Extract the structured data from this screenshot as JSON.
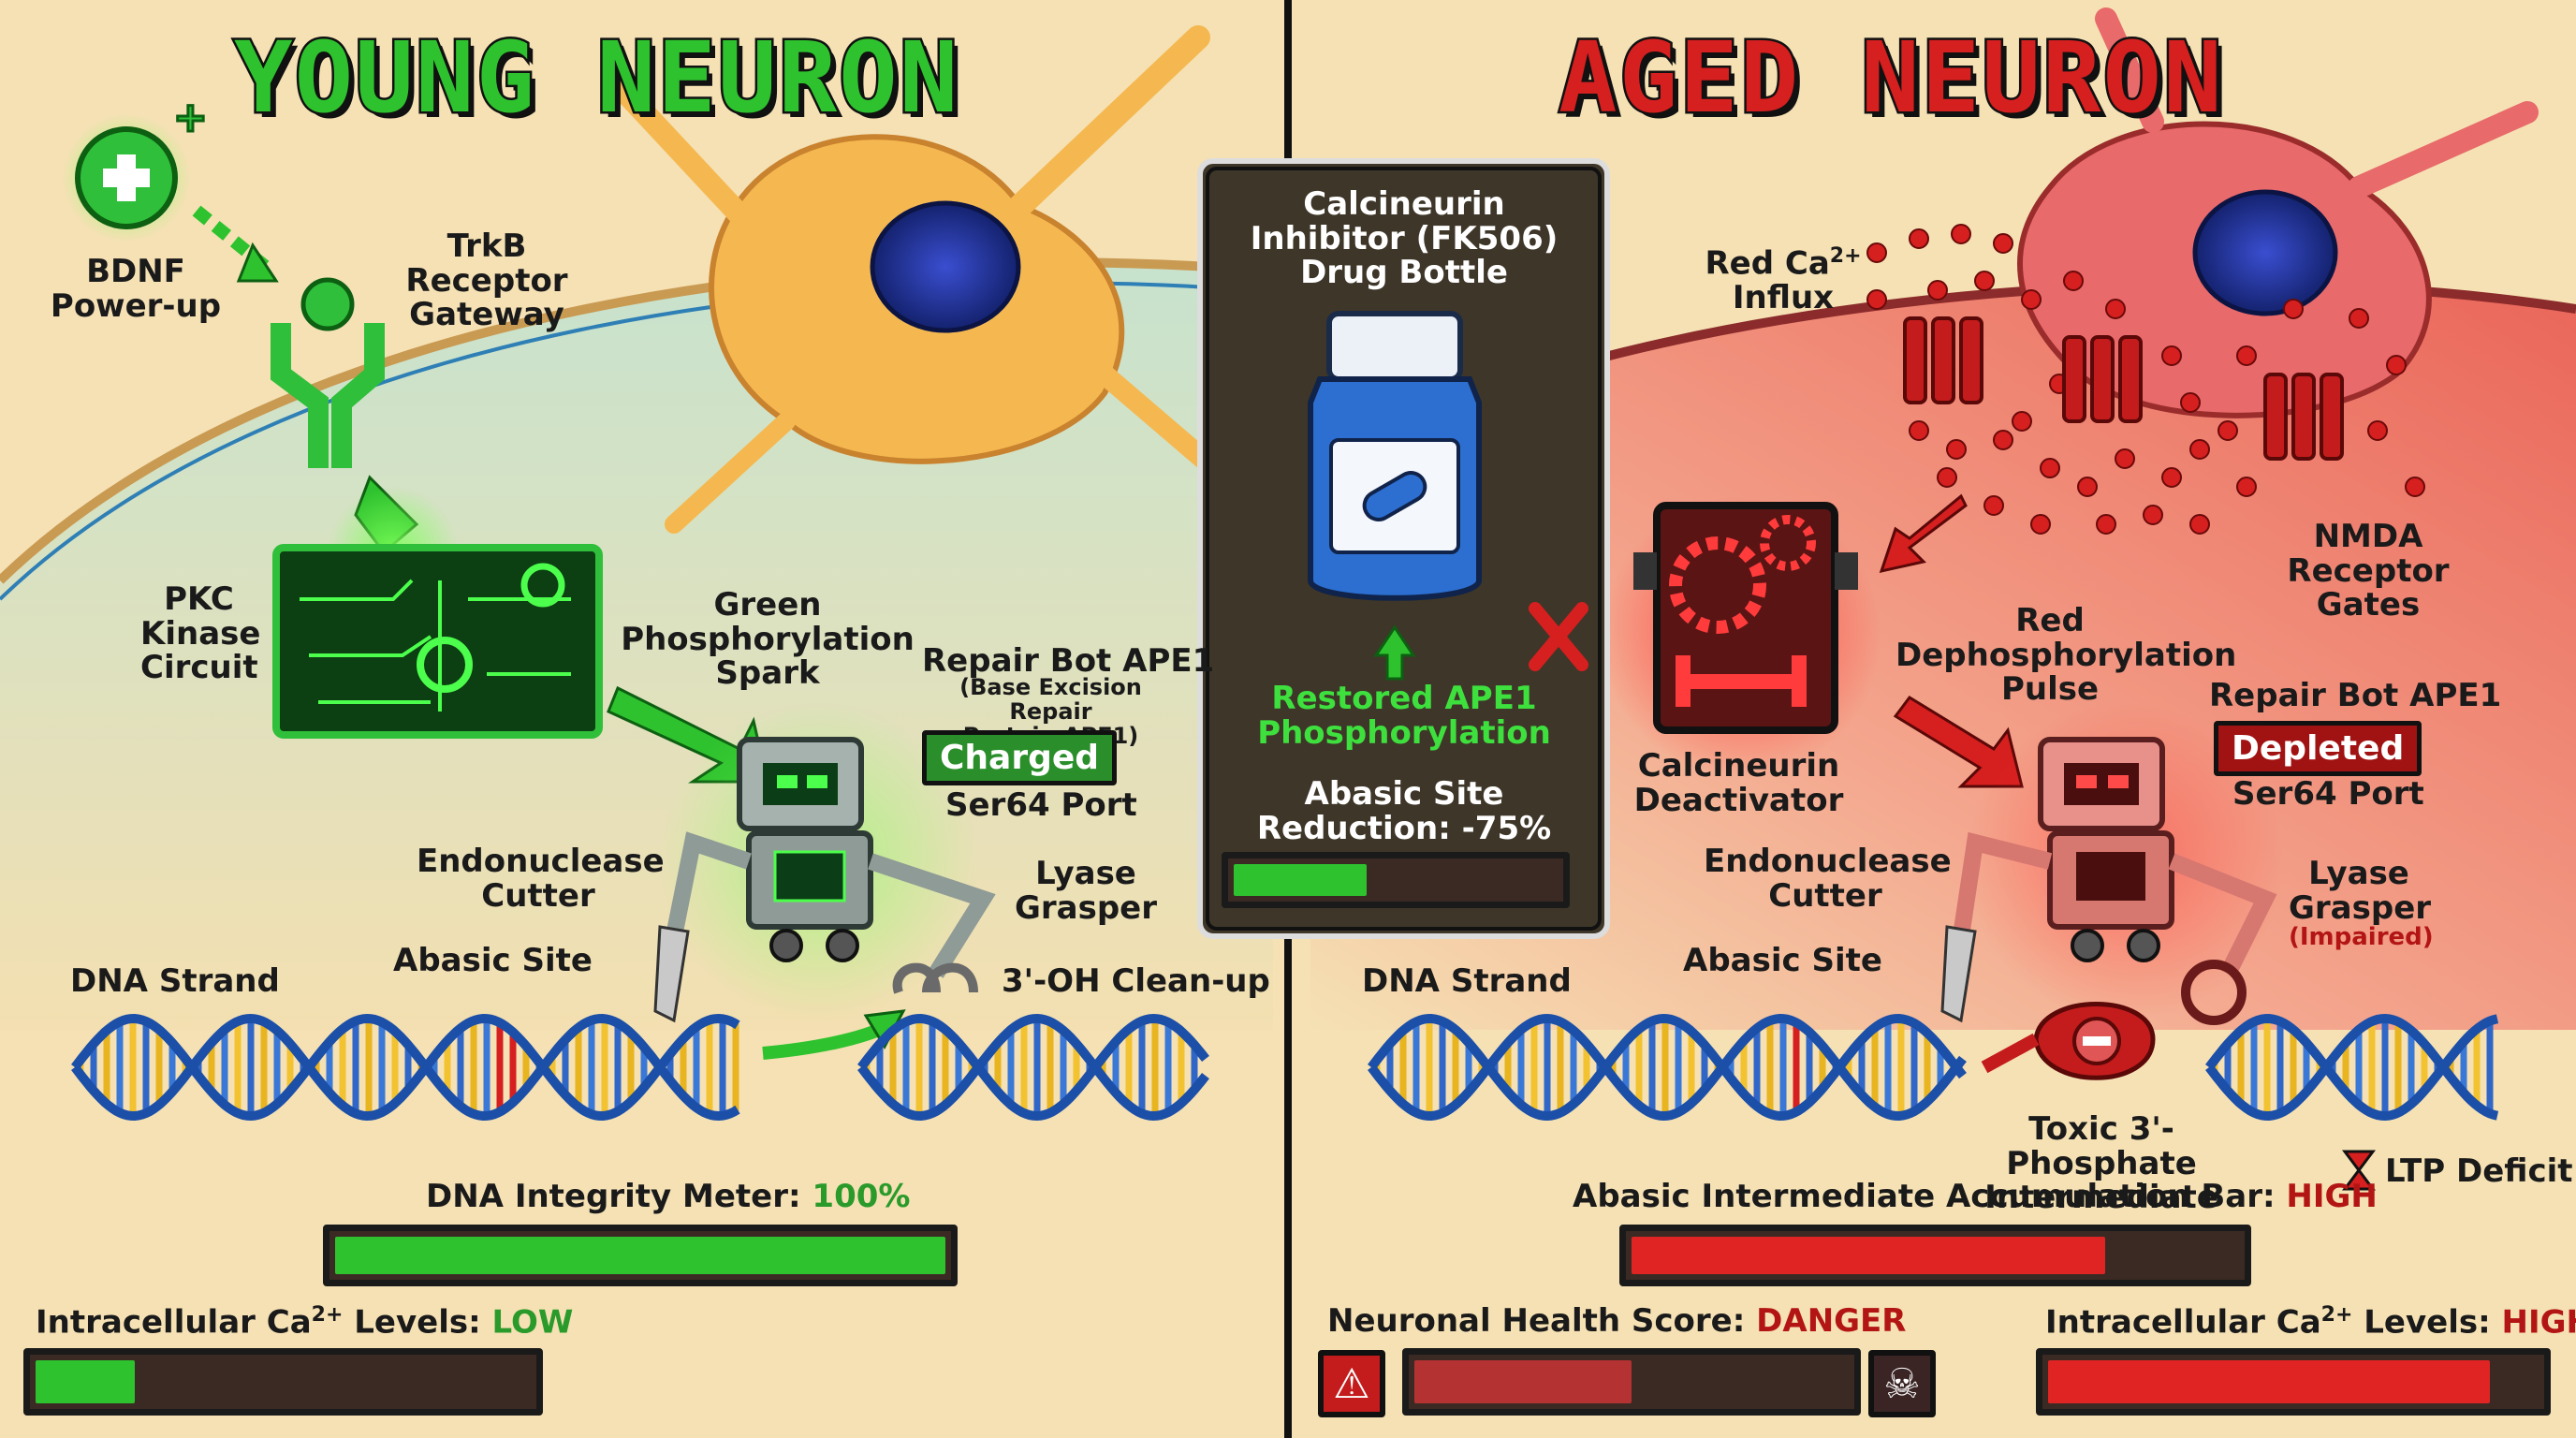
{
  "left": {
    "title": "YOUNG NEURON",
    "bdnf": "BDNF\nPower-up",
    "trkb": "TrkB\nReceptor\nGateway",
    "pkc": "PKC\nKinase\nCircuit",
    "spark": "Green\nPhosphorylation\nSpark",
    "bot_title": "Repair Bot APE1",
    "bot_sub": "(Base Excision Repair\nProtein APE1)",
    "bot_status": "Charged",
    "port": "Ser64 Port",
    "endo": "Endonuclease\nCutter",
    "lyase": "Lyase\nGrasper",
    "dna": "DNA Strand",
    "abasic": "Abasic Site",
    "cleanup": "3'-OH Clean-up",
    "integrity_label": "DNA Integrity Meter: ",
    "integrity_value": "100%",
    "integrity_fraction": 1.0,
    "ca_label": "Intracellular Ca",
    "ca_sup": "2+",
    "ca_label_rest": " Levels: ",
    "ca_value": "LOW",
    "ca_fraction": 0.2
  },
  "center": {
    "drug": "Calcineurin\nInhibitor (FK506)\nDrug Bottle",
    "restored": "Restored APE1\nPhosphorylation",
    "reduction": "Abasic Site\nReduction: -75%",
    "reduction_fraction": 0.41
  },
  "right": {
    "title": "AGED NEURON",
    "ca_influx_a": "Red Ca",
    "ca_influx_sup": "2+",
    "ca_influx_b": "Influx",
    "nmda": "NMDA\nReceptor\nGates",
    "calcineurin": "Calcineurin\nDeactivator",
    "pulse": "Red\nDephosphorylation\nPulse",
    "bot_title": "Repair Bot APE1",
    "bot_status": "Depleted",
    "port": "Ser64 Port",
    "endo": "Endonuclease\nCutter",
    "lyase": "Lyase\nGrasper",
    "impaired": "(Impaired)",
    "dna": "DNA Strand",
    "abasic": "Abasic Site",
    "toxic": "Toxic 3'-Phosphate\nIntermediate",
    "ltp": "LTP Deficit",
    "accum_label": "Abasic Intermediate Accumulation Bar: ",
    "accum_value": "HIGH",
    "accum_fraction": 0.78,
    "health_label": "Neuronal Health Score: ",
    "health_value": "DANGER",
    "health_fraction": 0.5,
    "ca_label": "Intracellular Ca",
    "ca_sup": "2+",
    "ca_label_rest": " Levels: ",
    "ca_value": "HIGH",
    "ca_fraction": 0.9
  },
  "colors": {
    "green": "#2ec22e",
    "red": "#d61f1f",
    "dark_red": "#a11313",
    "background": "#f5e1b4"
  }
}
